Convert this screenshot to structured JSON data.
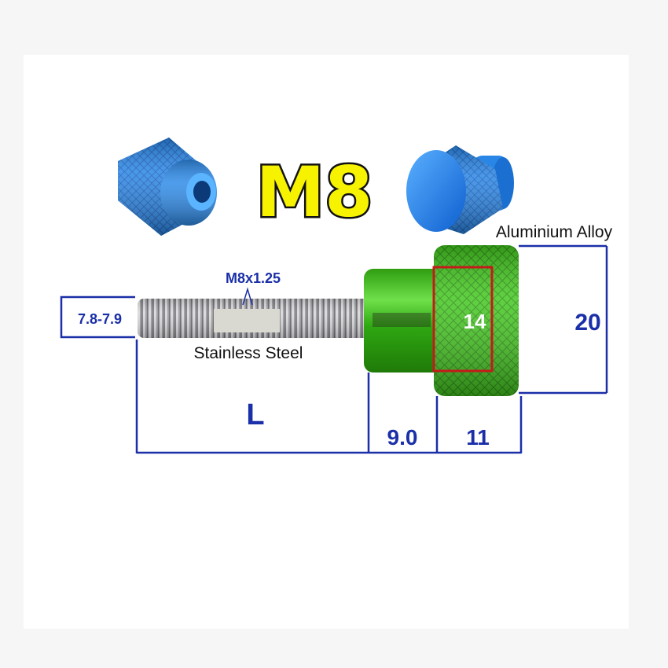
{
  "title": "M8",
  "thread_label": "M8x1.25",
  "material_screw": "Stainless Steel",
  "material_knob": "Aluminium Alloy",
  "dims": {
    "thread_diameter": "7.8-7.9",
    "length": "L",
    "shoulder_length": "9.0",
    "knob_length": "11",
    "knob_diameter": "20",
    "shoulder_diameter": "14"
  },
  "colors": {
    "dimension_line": "#1a2fa8",
    "title_fill": "#f6f200",
    "title_stroke": "#111111",
    "knob_green": "#3fc71f",
    "knob_blue": "#1f7fe0",
    "highlight_box": "#c51a1a"
  }
}
